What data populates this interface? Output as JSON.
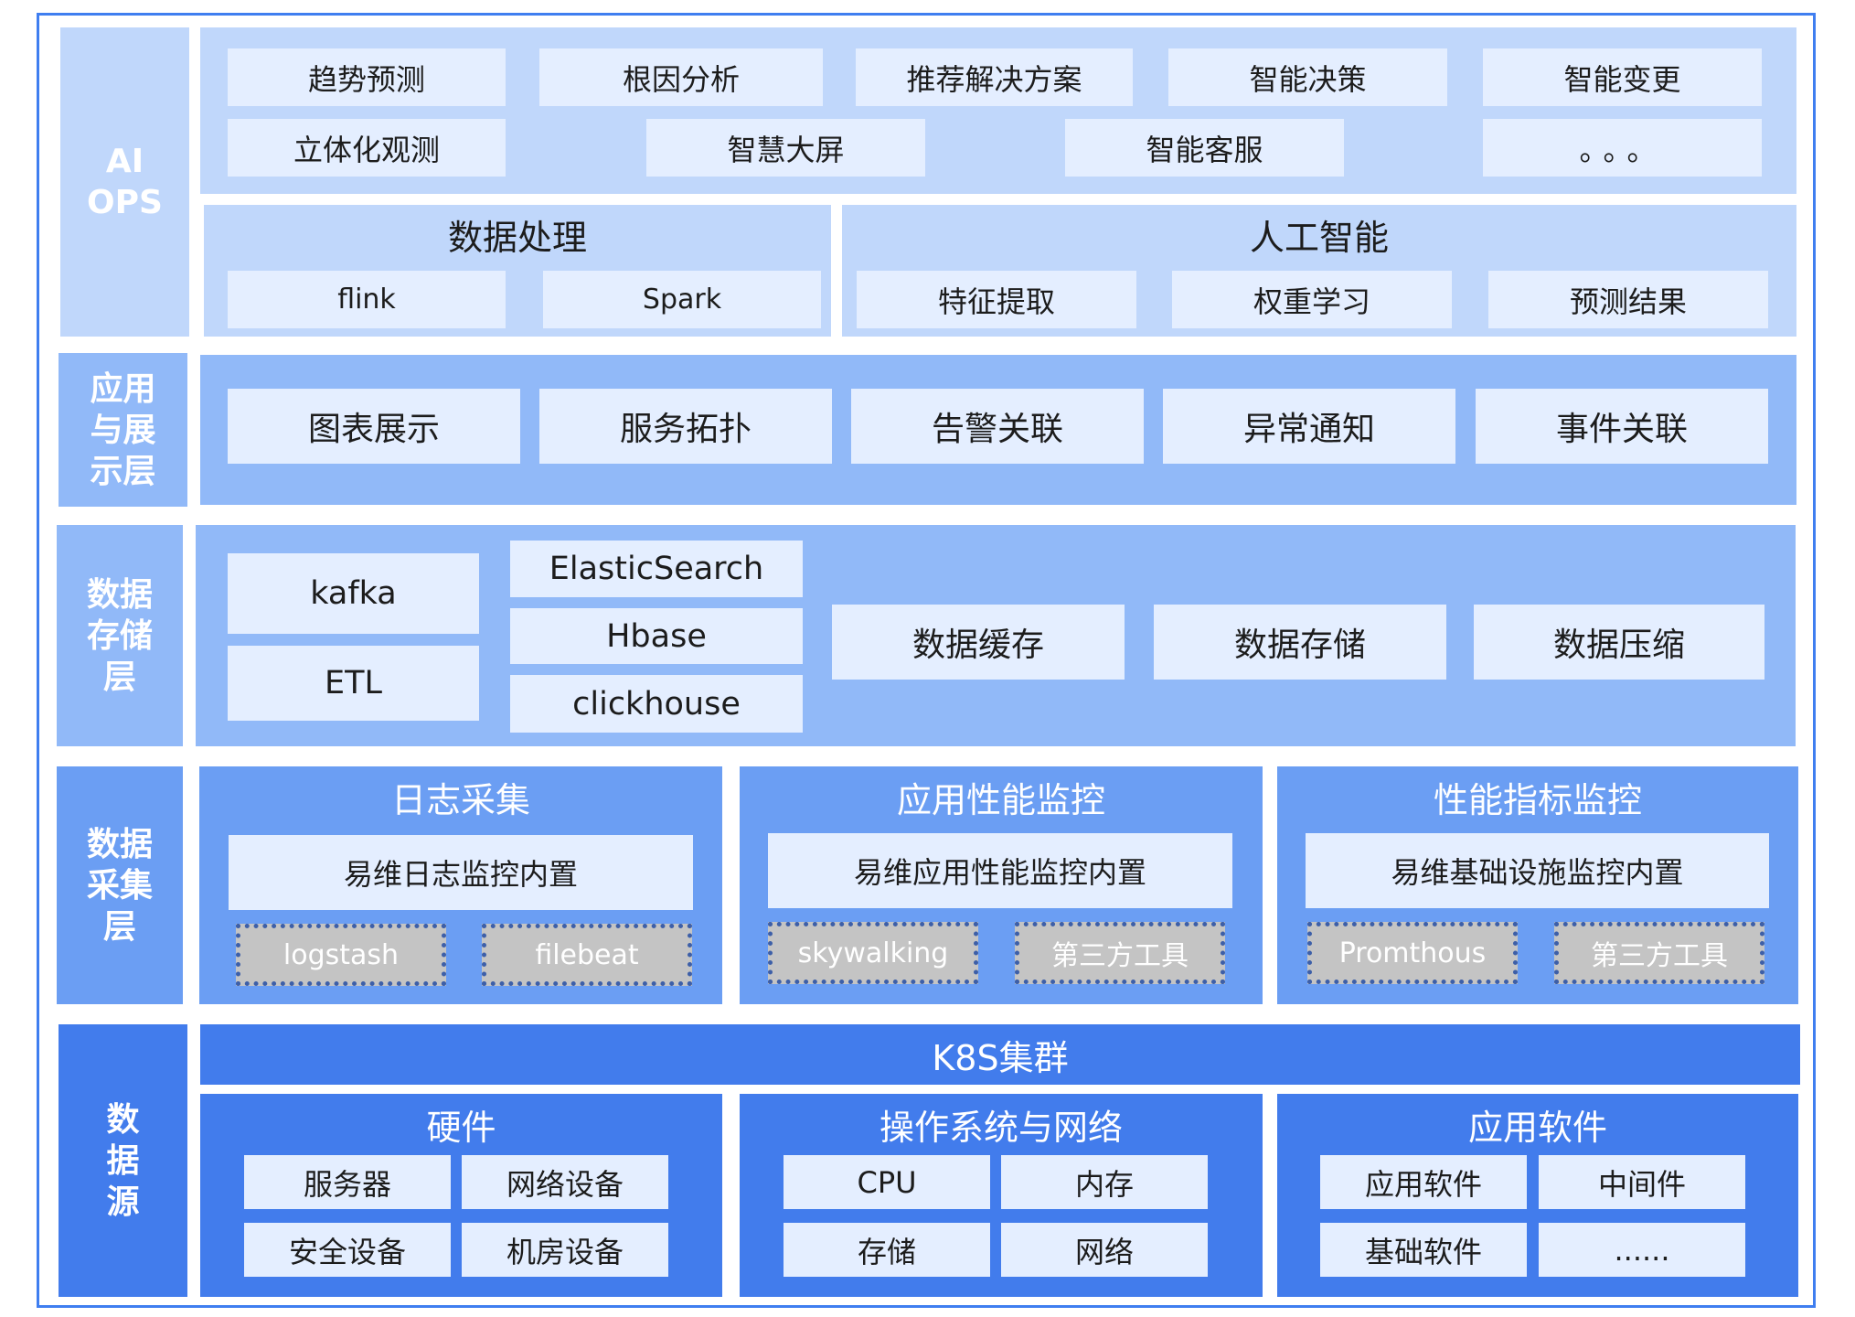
{
  "aiops": {
    "label": "AI\nOPS",
    "row1": [
      "趋势预测",
      "根因分析",
      "推荐解决方案",
      "智能决策",
      "智能变更"
    ],
    "row2": [
      "立体化观测",
      "智慧大屏",
      "智能客服",
      "。。。"
    ],
    "data_processing": {
      "title": "数据处理",
      "items": [
        "flink",
        "Spark"
      ]
    },
    "ai": {
      "title": "人工智能",
      "items": [
        "特征提取",
        "权重学习",
        "预测结果"
      ]
    }
  },
  "app_layer": {
    "label": "应用\n与展\n示层",
    "items": [
      "图表展示",
      "服务拓扑",
      "告警关联",
      "异常通知",
      "事件关联"
    ]
  },
  "storage_layer": {
    "label": "数据\n存储\n层",
    "left": [
      "kafka",
      "ETL"
    ],
    "mid": [
      "ElasticSearch",
      "Hbase",
      "clickhouse"
    ],
    "right": [
      "数据缓存",
      "数据存储",
      "数据压缩"
    ]
  },
  "collect_layer": {
    "label": "数据\n采集\n层",
    "groups": [
      {
        "title": "日志采集",
        "main": "易维日志监控内置",
        "tools": [
          "logstash",
          "filebeat"
        ]
      },
      {
        "title": "应用性能监控",
        "main": "易维应用性能监控内置",
        "tools": [
          "skywalking",
          "第三方工具"
        ]
      },
      {
        "title": "性能指标监控",
        "main": "易维基础设施监控内置",
        "tools": [
          "Promthous",
          "第三方工具"
        ]
      }
    ]
  },
  "source_layer": {
    "label": "数\n据\n源",
    "k8s": "K8S集群",
    "groups": [
      {
        "title": "硬件",
        "items": [
          "服务器",
          "网络设备",
          "安全设备",
          "机房设备"
        ]
      },
      {
        "title": "操作系统与网络",
        "items": [
          "CPU",
          "内存",
          "存储",
          "网络"
        ]
      },
      {
        "title": "应用软件",
        "items": [
          "应用软件",
          "中间件",
          "基础软件",
          "......"
        ]
      }
    ]
  },
  "colors": {
    "border": "#3f7ef0",
    "layer_aiops": "#c0d7fb",
    "layer_app_storage": "#91b9f8",
    "layer_collect": "#6b9ef3",
    "layer_source": "#427cec",
    "box_fill": "#e4eeff",
    "tool_fill": "#c4c4c4"
  }
}
